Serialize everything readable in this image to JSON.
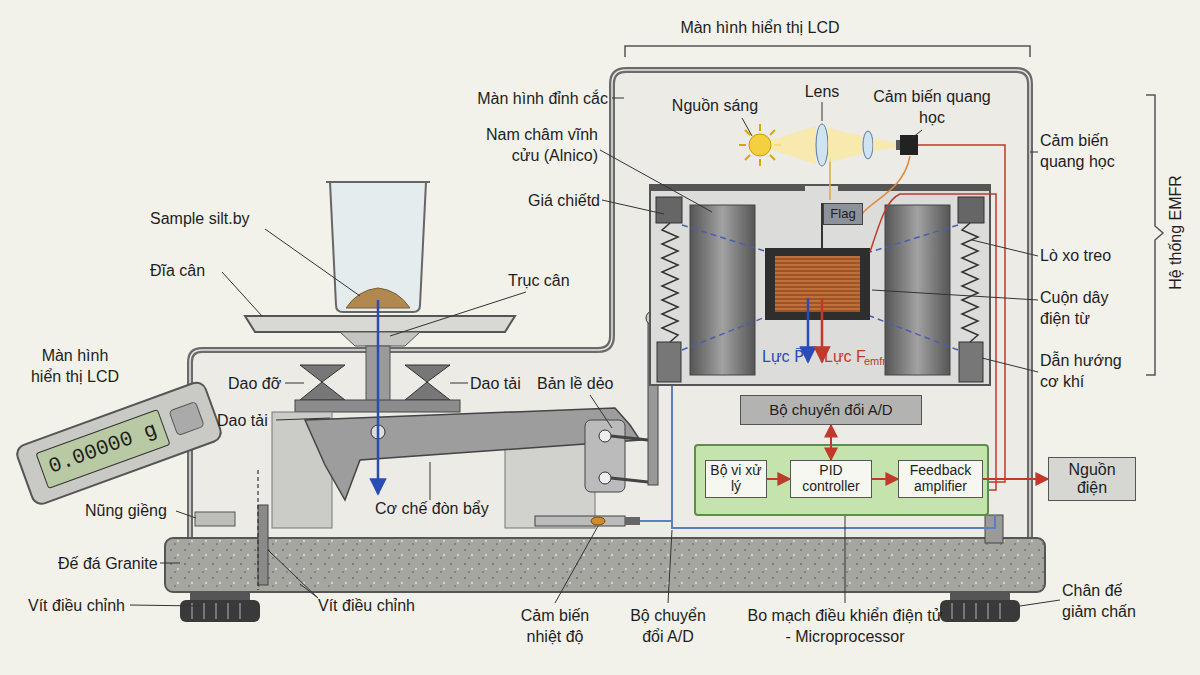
{
  "diagram": {
    "nodes": [
      {
        "text": [
          "Bộ chuyển đổi A/D"
        ]
      },
      {
        "text": [
          "Bộ vi xử lý"
        ]
      },
      {
        "text": [
          "PID controller"
        ]
      },
      {
        "text": [
          "Feedback amplifier"
        ]
      },
      {
        "text": [
          "Nguồn điện"
        ]
      },
      {
        "text": [
          "Flag"
        ]
      },
      {
        "text": [
          "0.00000 g"
        ]
      }
    ],
    "edges": [
      {
        "from": 1,
        "to": 2,
        "arrow": "to"
      },
      {
        "from": 2,
        "to": 3,
        "arrow": "to"
      },
      {
        "from": 3,
        "to": 4,
        "arrow": "to"
      },
      {
        "from": 0,
        "to": 2,
        "arrow": "both"
      }
    ],
    "labels": [
      "Màn hình hiển thị LCD",
      "Màn hình đỉnh cắc",
      "Nguồn sáng",
      "Lens",
      "Cảm biến quang học",
      "Nam châm vĩnh cửu (Alnico)",
      "Cảm biến quang học",
      "Hệ thống EMFR",
      "Giá chiếtd",
      "Sample silt.by",
      "Đĩa cân",
      "Trục cân",
      "Lò xo treo",
      "Cuộn dây điện từ",
      "Lực P⃗",
      "Lực F",
      "emfr",
      "Màn hình hiển thị LCD",
      "Dao đỡ",
      "Dao tải",
      "Bản lề dẻo",
      "Dẫn hướng cơ khí",
      "Dao tải",
      "Cơ chế đòn bẩy",
      "Nũng giềng",
      "Đế đá Granite",
      "Vít điều chỉnh",
      "Vít điều chỉnh",
      "Cảm biến nhiệt độ",
      "Bộ chuyển đổi A/D",
      "Bo mạch điều khiển điện tử - Microprocessor",
      "Chân đế giảm chấn"
    ]
  }
}
